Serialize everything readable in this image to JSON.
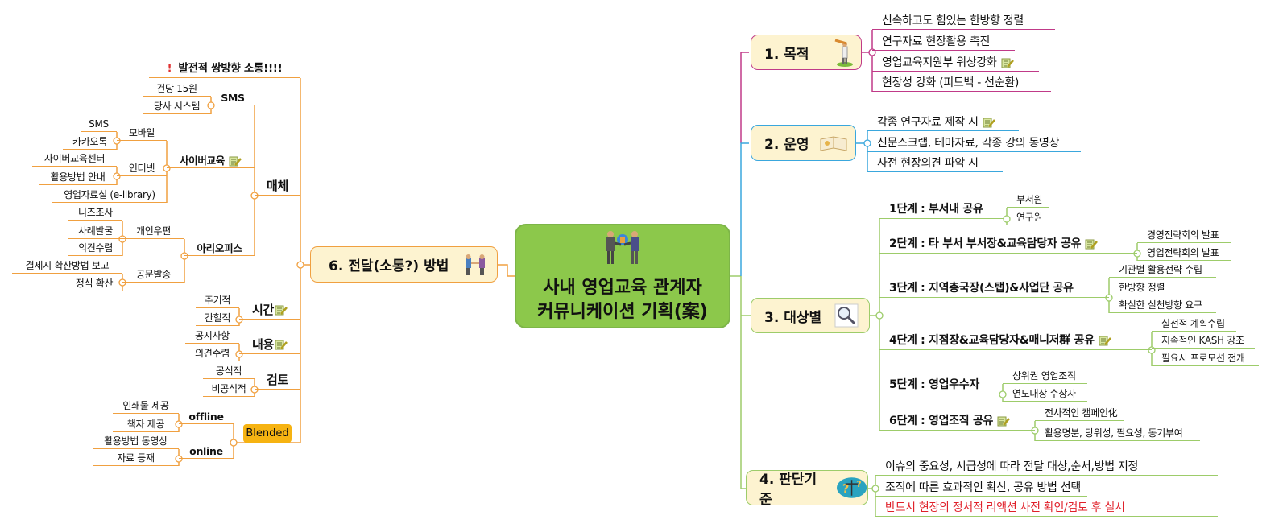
{
  "center": {
    "title_line1": "사내 영업교육 관계자",
    "title_line2": "커뮤니케이션 기획(案)",
    "icon": "handshake-globe-icon"
  },
  "right": {
    "purpose": {
      "label": "1. 목적",
      "icon": "telescope-person-icon",
      "items": [
        "신속하고도 힘있는 한방향 정렬",
        "연구자료 현장활용 촉진",
        "영업교육지원부 위상강화",
        "현장성 강화 (피드백 - 선순환)"
      ]
    },
    "operation": {
      "label": "2. 운영",
      "icon": "book-icon",
      "items": [
        "각종 연구자료 제작 시",
        "신문스크랩, 테마자료, 각종 강의 동영상",
        "사전 현장의견 파악 시"
      ]
    },
    "target": {
      "label": "3. 대상별",
      "icon": "magnifier-icon",
      "stages": [
        {
          "label": "1단계 : 부서내 공유",
          "items": [
            "부서원",
            "연구원"
          ]
        },
        {
          "label": "2단계 : 타 부서 부서장&교육담당자 공유",
          "items": [
            "경영전략회의 발표",
            "영업전략회의 발표"
          ]
        },
        {
          "label": "3단계 : 지역총국장(스탭)&사업단 공유",
          "items": [
            "기관별 활용전략 수립",
            "한방향 정렬",
            "확실한 실천방향 요구"
          ]
        },
        {
          "label": "4단계 : 지점장&교육담당자&매니저群 공유",
          "items": [
            "실전적 계획수립",
            "지속적인 KASH 강조",
            "필요시 프로모션 전개"
          ]
        },
        {
          "label": "5단계 : 영업우수자",
          "items": [
            "상위권 영업조직",
            "연도대상 수상자"
          ]
        },
        {
          "label": "6단계 : 영업조직 공유",
          "items": [
            "전사적인 캠페인化",
            "활용명분, 당위성, 필요성, 동기부여"
          ]
        }
      ]
    },
    "criteria": {
      "label": "4. 판단기준",
      "icon": "scale-question-icon",
      "items": [
        "이슈의 중요성, 시급성에 따라 전달 대상,순서,방법 지정",
        "조직에 따른 효과적인 확산, 공유 방법 선택",
        "반드시 현장의 정서적 리액션 사전 확인/검토 후 실시"
      ]
    }
  },
  "left": {
    "label": "6. 전달(소통?) 방법",
    "icon": "handshake-icon",
    "note": "발전적 쌍방향 소통!!!!",
    "media": {
      "label": "매체",
      "sms": {
        "label": "SMS",
        "items": [
          "건당 15원",
          "당사 시스템"
        ]
      },
      "cyber": {
        "label": "사이버교육",
        "mobile": {
          "label": "모바일",
          "items": [
            "SMS",
            "카카오톡"
          ]
        },
        "internet": {
          "label": "인터넷",
          "items": [
            "사이버교육센터",
            "활용방법 안내"
          ]
        },
        "library": "영업자료실 (e-library)"
      },
      "office": {
        "label": "아리오피스",
        "mail": {
          "label": "개인우편",
          "items": [
            "니즈조사",
            "사례발굴",
            "의견수렴"
          ]
        },
        "doc": {
          "label": "공문발송",
          "items": [
            "결제시 확산방법 보고",
            "정식 확산"
          ]
        }
      }
    },
    "time": {
      "label": "시간",
      "items": [
        "주기적",
        "간헐적"
      ]
    },
    "content": {
      "label": "내용",
      "items": [
        "공지사항",
        "의견수렴"
      ]
    },
    "review": {
      "label": "검토",
      "items": [
        "공식적",
        "비공식적"
      ]
    },
    "blended": {
      "label": "Blended",
      "offline": {
        "label": "offline",
        "items": [
          "인쇄물 제공",
          "책자 제공"
        ]
      },
      "online": {
        "label": "online",
        "items": [
          "활용방법 동영상",
          "자료 등재"
        ]
      }
    }
  },
  "colors": {
    "purpose": "#c03a88",
    "operation": "#3aa7dd",
    "target": "#9dcc6a",
    "method": "#f0a040",
    "center": "#8cc84b",
    "node_fill": "#fdf3d0",
    "warning_text": "#e0202a"
  }
}
